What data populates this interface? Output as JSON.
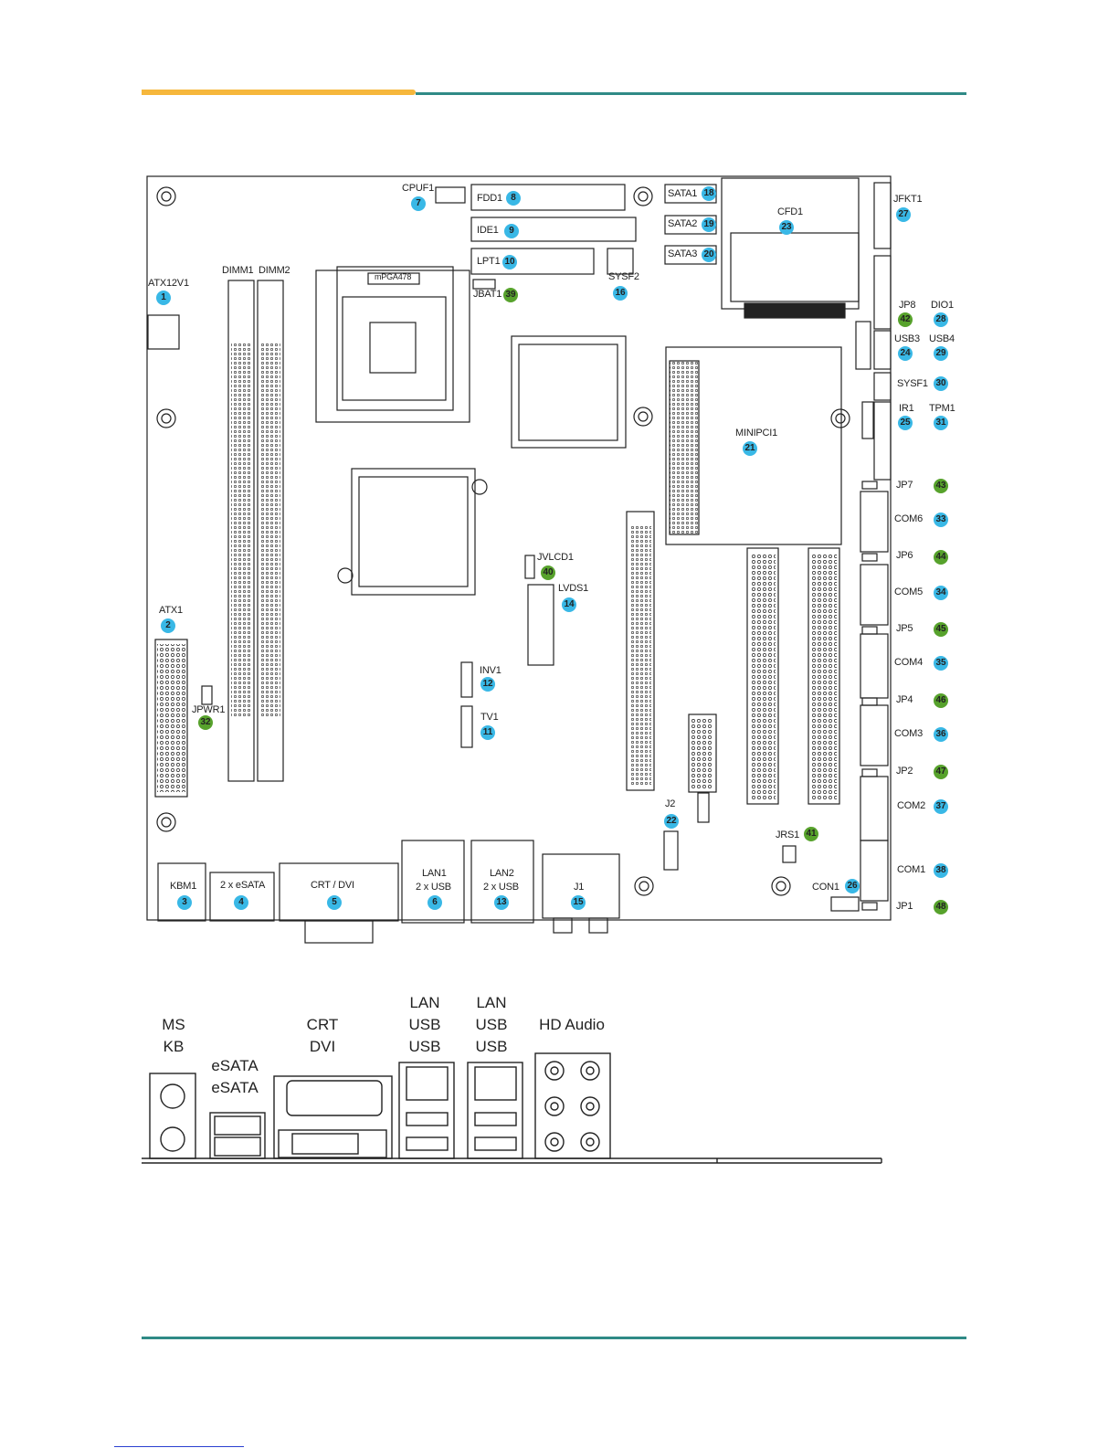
{
  "colors": {
    "accent_orange": "#f6b73c",
    "accent_teal": "#2f8a86",
    "badge_blue": "#39b8e6",
    "badge_green": "#57a22c"
  },
  "board": {
    "chip_socket": "mPGA478",
    "labels": {
      "cpuf1": "CPUF1",
      "fdd1": "FDD1",
      "ide1": "IDE1",
      "lpt1": "LPT1",
      "jbat1": "JBAT1",
      "sysf2": "SYSF2",
      "sata1": "SATA1",
      "sata2": "SATA2",
      "sata3": "SATA3",
      "cfd1": "CFD1",
      "jfkt1": "JFKT1",
      "atx12v1": "ATX12V1",
      "dimm1": "DIMM1",
      "dimm2": "DIMM2",
      "jp8": "JP8",
      "dio1": "DIO1",
      "usb3": "USB3",
      "usb4": "USB4",
      "sysf1": "SYSF1",
      "ir1": "IR1",
      "tpm1": "TPM1",
      "minipci1": "MINIPCI1",
      "jp7": "JP7",
      "com6": "COM6",
      "jp6": "JP6",
      "com5": "COM5",
      "jp5": "JP5",
      "com4": "COM4",
      "jp4": "JP4",
      "com3": "COM3",
      "jp2": "JP2",
      "com2": "COM2",
      "com1": "COM1",
      "jp1": "JP1",
      "jvlcd1": "JVLCD1",
      "lvds1": "LVDS1",
      "inv1": "INV1",
      "tv1": "TV1",
      "atx1": "ATX1",
      "jpwr1": "JPWR1",
      "j2": "J2",
      "jrs1": "JRS1",
      "con1": "CON1",
      "kbm1": "KBM1",
      "esata": "2 x eSATA",
      "crtdvi": "CRT / DVI",
      "lan1": "LAN1",
      "lan1usb": "2 x USB",
      "lan2": "LAN2",
      "lan2usb": "2 x USB",
      "j1": "J1"
    },
    "badges": {
      "b1": "1",
      "b2": "2",
      "b3": "3",
      "b4": "4",
      "b5": "5",
      "b6": "6",
      "b7": "7",
      "b8": "8",
      "b9": "9",
      "b10": "10",
      "b11": "11",
      "b12": "12",
      "b13": "13",
      "b14": "14",
      "b15": "15",
      "b16": "16",
      "b18": "18",
      "b19": "19",
      "b20": "20",
      "b21": "21",
      "b22": "22",
      "b23": "23",
      "b24": "24",
      "b25": "25",
      "b26": "26",
      "b27": "27",
      "b28": "28",
      "b29": "29",
      "b30": "30",
      "b31": "31",
      "b32": "32",
      "b33": "33",
      "b34": "34",
      "b35": "35",
      "b36": "36",
      "b37": "37",
      "b38": "38",
      "b39": "39",
      "b40": "40",
      "b41": "41",
      "b42": "42",
      "b43": "43",
      "b44": "44",
      "b45": "45",
      "b46": "46",
      "b47": "47",
      "b48": "48"
    }
  },
  "io_panel": {
    "ms": "MS",
    "kb": "KB",
    "esata_a": "eSATA",
    "esata_b": "eSATA",
    "crt": "CRT",
    "dvi": "DVI",
    "lan_a": "LAN",
    "usb_a1": "USB",
    "usb_a2": "USB",
    "lan_b": "LAN",
    "usb_b1": "USB",
    "usb_b2": "USB",
    "hd_audio": "HD Audio"
  }
}
